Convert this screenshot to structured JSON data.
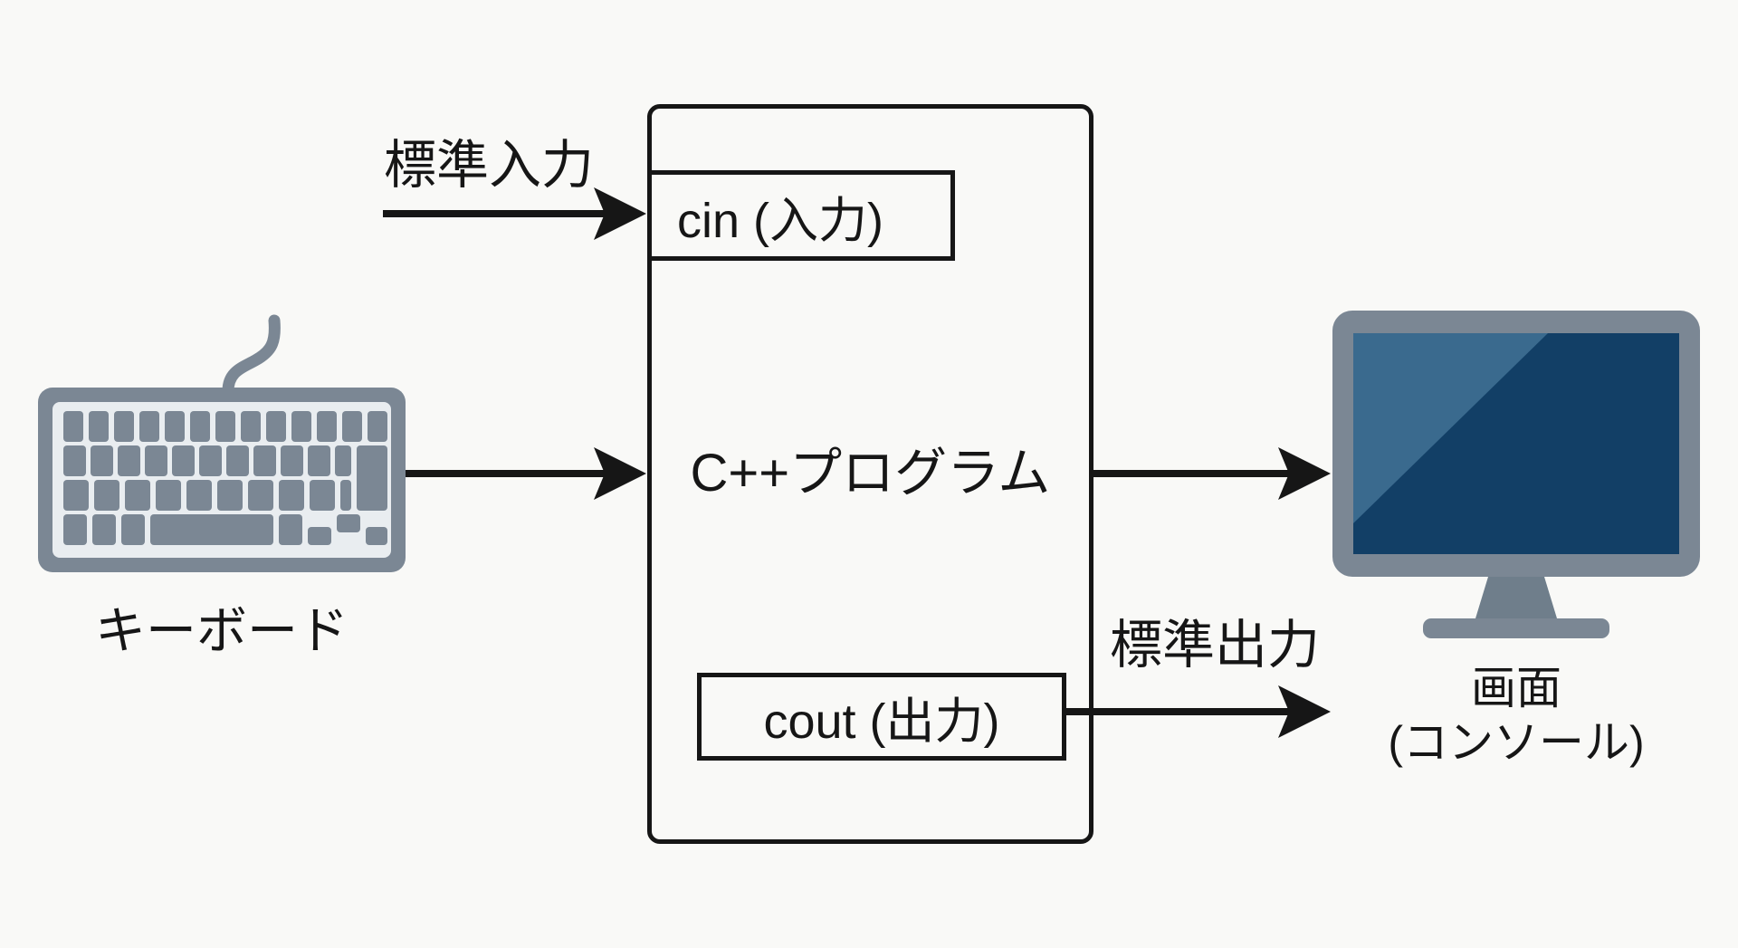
{
  "diagram": {
    "title_none": "",
    "program_box": {
      "label": "C++プログラム"
    },
    "cin_box": {
      "label": "cin (入力)"
    },
    "cout_box": {
      "label": "cout (出力)"
    },
    "flow_labels": {
      "standard_input": "標準入力",
      "standard_output": "標準出力"
    },
    "devices": {
      "keyboard": {
        "label": "キーボード"
      },
      "monitor": {
        "label_line1": "画面",
        "label_line2": "(コンソール)"
      }
    },
    "colors": {
      "background": "#f9f9f7",
      "line_black": "#161616",
      "device_slate": "#7b8794",
      "device_slate_dark": "#6f7e8b",
      "keyboard_panel": "#e9edf0",
      "screen_navy": "#123f66",
      "screen_reflection": "#3a6a8e"
    }
  }
}
